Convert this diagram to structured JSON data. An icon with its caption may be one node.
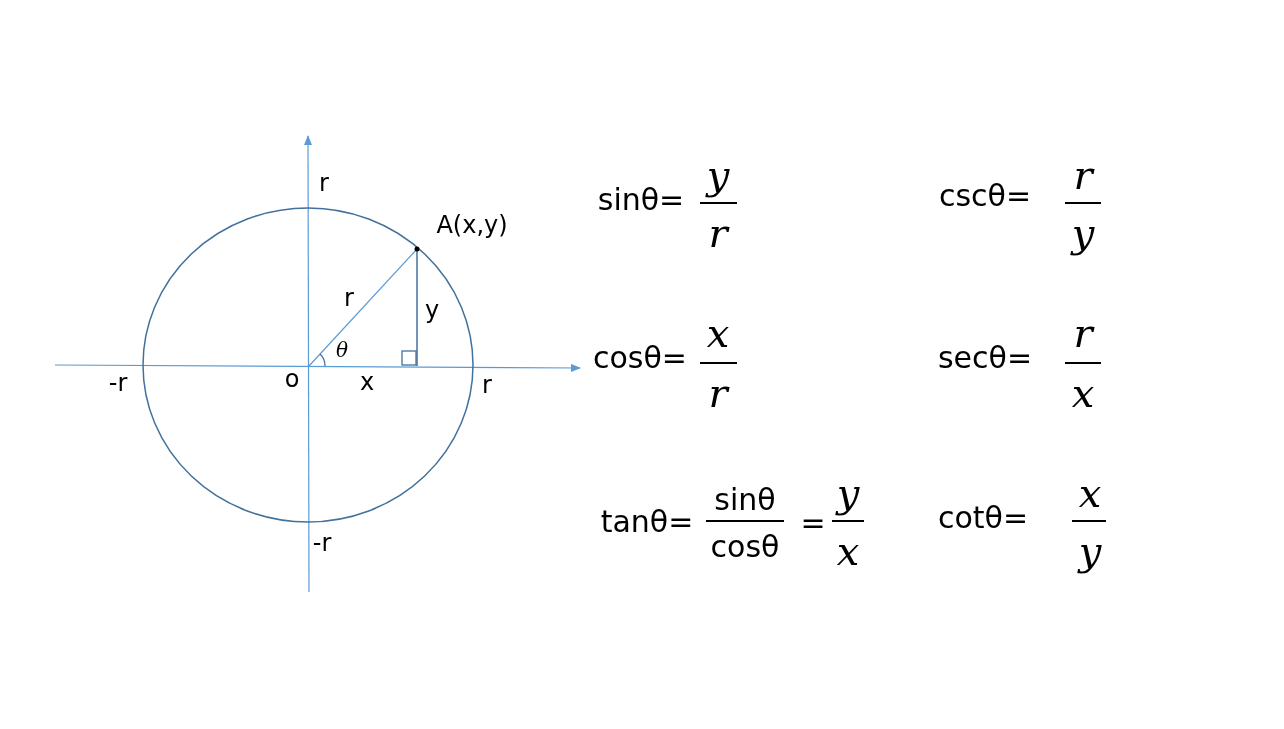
{
  "diagram": {
    "labels": [
      "r",
      "A(x,y)",
      "r",
      "y",
      "θ",
      "-r",
      "o",
      "x",
      "r",
      "-r",
      "sinθ=",
      "y",
      "r",
      "cscθ=",
      "r",
      "y",
      "cosθ=",
      "x",
      "r",
      "secθ=",
      "r",
      "x",
      "tanθ=",
      "sinθ",
      "cosθ",
      "=",
      "y",
      "x",
      "cotθ=",
      "x",
      "y"
    ]
  }
}
